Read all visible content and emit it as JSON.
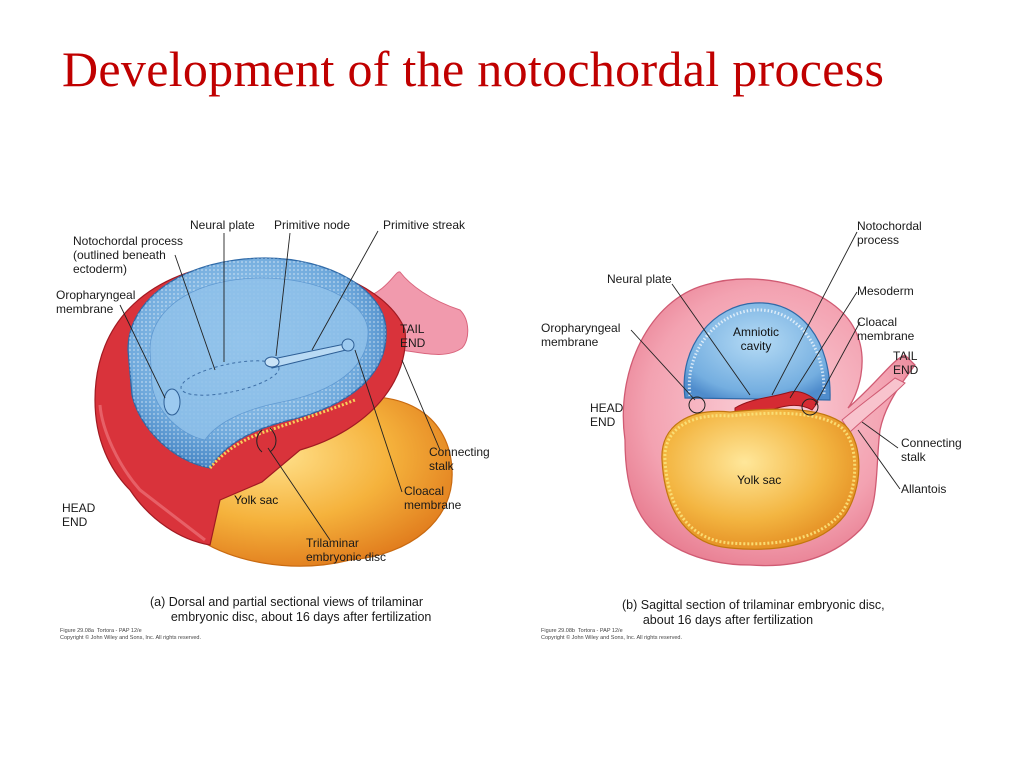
{
  "slide": {
    "title": "Development of  the notochordal process"
  },
  "panel_a": {
    "labels": {
      "neural_plate": "Neural plate",
      "primitive_node": "Primitive node",
      "primitive_streak": "Primitive streak",
      "notochordal_process": "Notochordal process\n(outlined beneath\nectoderm)",
      "oropharyngeal_membrane": "Oropharyngeal\nmembrane",
      "tail_end": "TAIL\nEND",
      "connecting_stalk": "Connecting\nstalk",
      "cloacal_membrane": "Cloacal\nmembrane",
      "head_end": "HEAD\nEND",
      "yolk_sac": "Yolk sac",
      "trilaminar_disc": "Trilaminar\nembryonic disc"
    },
    "caption": "(a) Dorsal and partial sectional views of trilaminar\n      embryonic disc, about 16 days after fertilization",
    "credit": "Figure 29.08a  Tortora - PAP 12/e\nCopyright © John Wiley and Sons, Inc. All rights reserved."
  },
  "panel_b": {
    "labels": {
      "notochordal_process": "Notochordal\nprocess",
      "neural_plate": "Neural plate",
      "mesoderm": "Mesoderm",
      "oropharyngeal_membrane": "Oropharyngeal\nmembrane",
      "cloacal_membrane": "Cloacal\nmembrane",
      "amniotic_cavity": "Amniotic\ncavity",
      "tail_end": "TAIL\nEND",
      "head_end": "HEAD\nEND",
      "connecting_stalk": "Connecting\nstalk",
      "yolk_sac": "Yolk sac",
      "allantois": "Allantois"
    },
    "caption": "(b) Sagittal section of trilaminar embryonic disc,\n      about 16 days after fertilization",
    "credit": "Figure 29.08b  Tortora - PAP 12/e\nCopyright © John Wiley and Sons, Inc. All rights reserved."
  },
  "colors": {
    "title": "#c00000",
    "ectoderm_blue": "#6fa9dc",
    "mesoderm_red": "#d8313a",
    "yolk_orange": "#f2a93a",
    "tissue_pink": "#f08a9a"
  }
}
